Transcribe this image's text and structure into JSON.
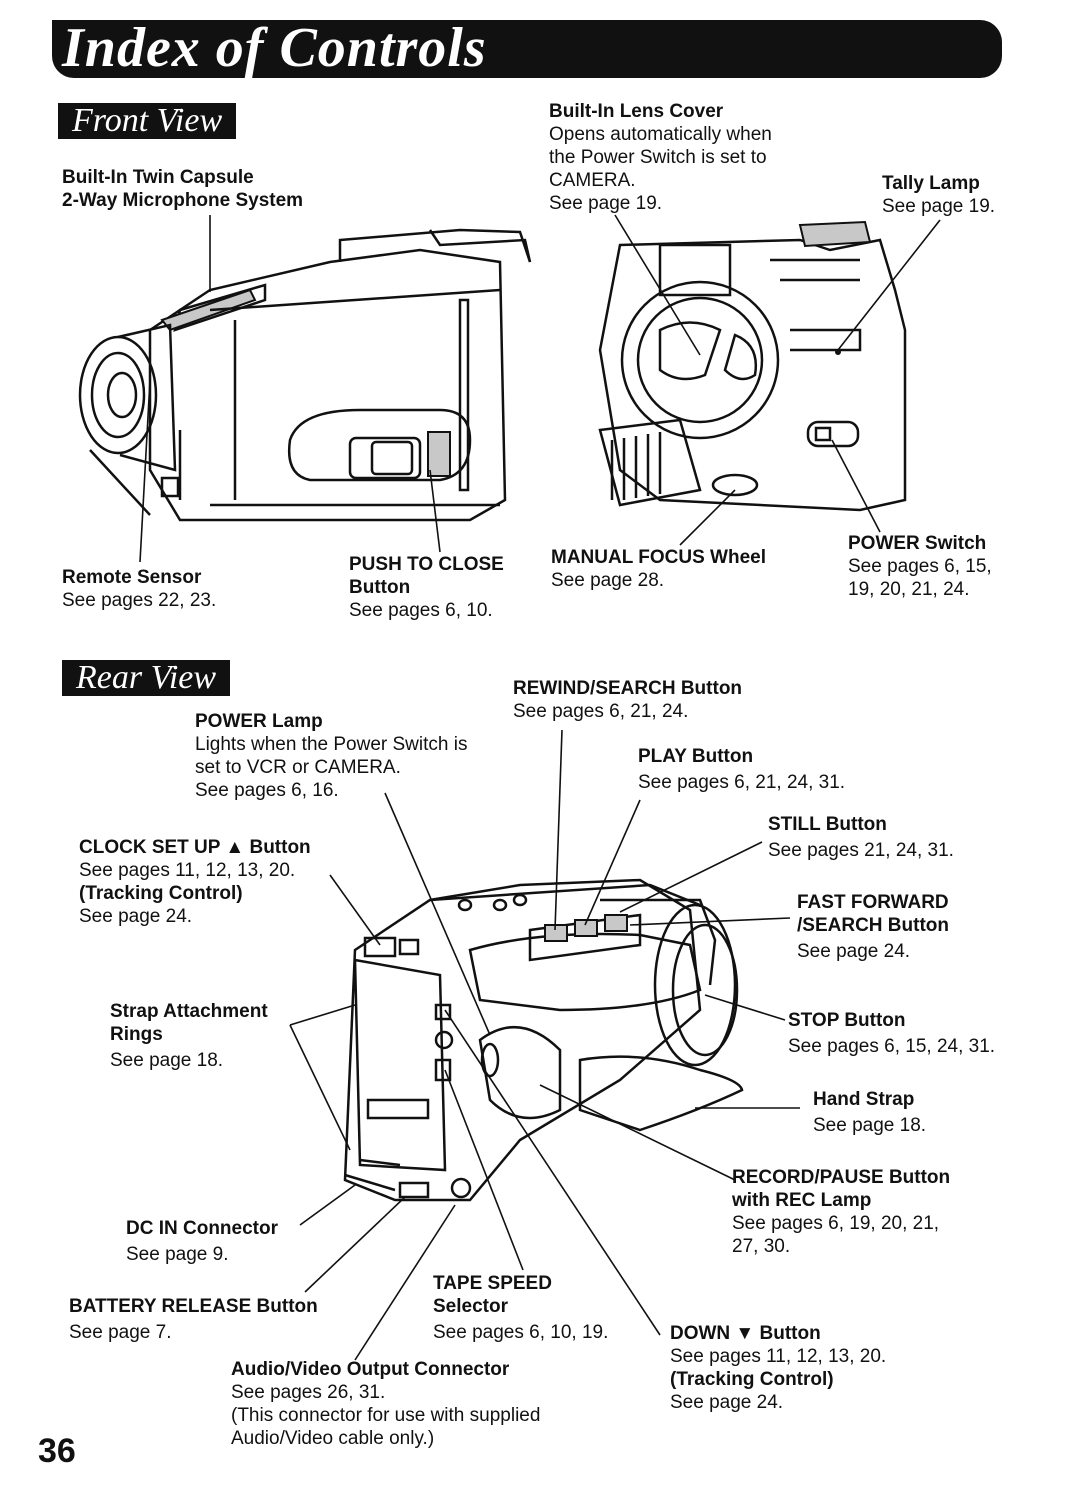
{
  "title": "Index of Controls",
  "front": {
    "heading": "Front View",
    "microphone": {
      "title_line1": "Built-In Twin Capsule",
      "title_line2": "2-Way Microphone System"
    },
    "lens_cover": {
      "title": "Built-In Lens Cover",
      "desc_line1": "Opens automatically when",
      "desc_line2": "the Power Switch is set to",
      "desc_line3": "CAMERA.",
      "desc_line4": "See page 19."
    },
    "tally_lamp": {
      "title": "Tally Lamp",
      "desc": "See page 19."
    },
    "remote_sensor": {
      "title": "Remote Sensor",
      "desc": "See pages 22, 23."
    },
    "push_to_close": {
      "title_line1": "PUSH TO CLOSE",
      "title_line2": "Button",
      "desc": "See pages 6, 10."
    },
    "manual_focus": {
      "title": "MANUAL FOCUS Wheel",
      "desc": "See page 28."
    },
    "power_switch": {
      "title": "POWER Switch",
      "desc_line1": "See pages 6, 15,",
      "desc_line2": "19, 20, 21, 24."
    }
  },
  "rear": {
    "heading": "Rear View",
    "power_lamp": {
      "title": "POWER Lamp",
      "desc_line1": "Lights when the Power Switch is",
      "desc_line2": "set to VCR or CAMERA.",
      "desc_line3": "See pages 6, 16."
    },
    "rewind": {
      "title": "REWIND/SEARCH Button",
      "desc": "See pages 6, 21, 24."
    },
    "play": {
      "title": "PLAY Button",
      "desc": "See pages 6, 21, 24, 31."
    },
    "still": {
      "title": "STILL Button",
      "desc": "See pages 21, 24, 31."
    },
    "clock_set": {
      "title": "CLOCK SET UP ▲ Button",
      "desc_line1": "See pages 11, 12, 13, 20.",
      "title_line2": "(Tracking Control)",
      "desc_line2": "See page 24."
    },
    "fast_forward": {
      "title_line1": "FAST FORWARD",
      "title_line2": "/SEARCH Button",
      "desc": "See page 24."
    },
    "strap_rings": {
      "title_line1": "Strap Attachment",
      "title_line2": "Rings",
      "desc": "See page 18."
    },
    "stop": {
      "title": "STOP Button",
      "desc": "See pages 6, 15, 24, 31."
    },
    "hand_strap": {
      "title": "Hand Strap",
      "desc": "See page 18."
    },
    "record_pause": {
      "title_line1": "RECORD/PAUSE Button",
      "title_line2": "with REC Lamp",
      "desc_line1": "See pages 6, 19, 20, 21,",
      "desc_line2": "27, 30."
    },
    "dc_in": {
      "title": "DC IN Connector",
      "desc": "See page 9."
    },
    "tape_speed": {
      "title_line1": "TAPE SPEED",
      "title_line2": "Selector",
      "desc": "See pages 6, 10, 19."
    },
    "battery_release": {
      "title": "BATTERY RELEASE Button",
      "desc": "See page 7."
    },
    "down": {
      "title": "DOWN ▼ Button",
      "desc_line1": "See pages 11, 12, 13, 20.",
      "title_line2": "(Tracking Control)",
      "desc_line2": "See page 24."
    },
    "av_output": {
      "title": "Audio/Video Output  Connector",
      "desc_line1": "See pages 26, 31.",
      "desc_line2": "(This connector for use with supplied",
      "desc_line3": "Audio/Video cable only.)"
    }
  },
  "page_number": "36"
}
